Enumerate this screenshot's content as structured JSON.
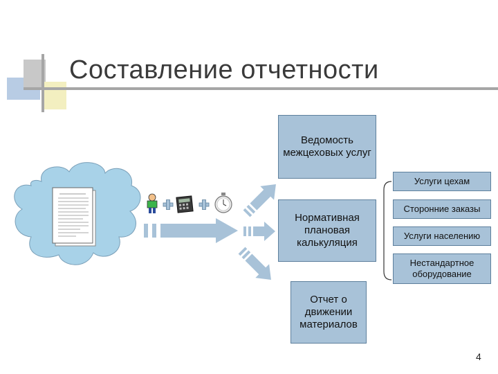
{
  "slide": {
    "title": "Составление отчетности",
    "page_number": "4"
  },
  "boxes": {
    "vedomost": "Ведомость межцеховых услуг",
    "normativnaya": "Нормативная плановая калькуляция",
    "otchet": "Отчет о движении материалов",
    "uslugi_cekham": "Услуги цехам",
    "storonnie": "Сторонние заказы",
    "naseleniyu": "Услуги населению",
    "nestandartnoe": "Нестандартное оборудование"
  },
  "icons": [
    "worker-icon",
    "plus-icon",
    "calculator-icon",
    "plus-icon",
    "stopwatch-icon"
  ],
  "colors": {
    "box_fill": "#a8c2d8",
    "cloud_fill": "#a8d2e8",
    "arrow_fill": "#a8c2d8",
    "title_text": "#3a3a3a"
  }
}
